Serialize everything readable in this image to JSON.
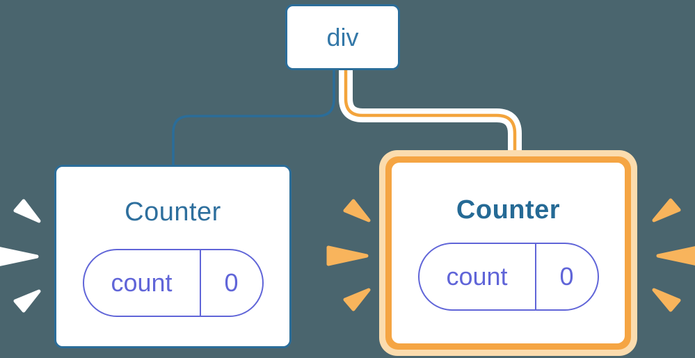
{
  "diagram": {
    "root_node": {
      "label": "div"
    },
    "left_component": {
      "title": "Counter",
      "state": {
        "label": "count",
        "value": "0"
      },
      "emphasis": "white-sparks"
    },
    "right_component": {
      "title": "Counter",
      "state": {
        "label": "count",
        "value": "0"
      },
      "emphasis": "orange-glow-and-sparks"
    }
  },
  "colors": {
    "background": "#4a656e",
    "node_blue": "#2b6d99",
    "div_text": "#3478a8",
    "title_blue": "#2e6f9d",
    "title_blue_bold": "#256a95",
    "purple": "#6065d8",
    "orange": "#f5a543",
    "orange_line": "#f3a43c",
    "orange_light": "#fbdcae",
    "spark_orange": "#f8b45c",
    "white": "#ffffff"
  }
}
